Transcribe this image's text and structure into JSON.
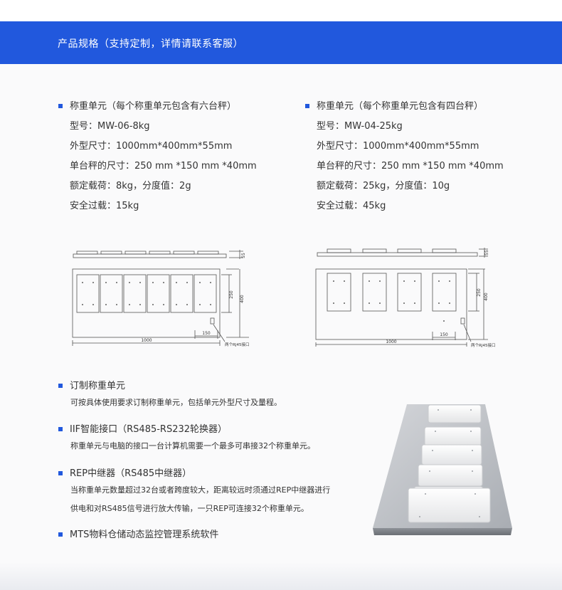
{
  "banner": {
    "title": "产品规格（支持定制，详情请联系客服）"
  },
  "specs": [
    {
      "heading": "称重单元（每个称重单元包含有六台秤）",
      "model": "型号：MW-06-8kg",
      "dimensions": "外型尺寸：1000mm*400mm*55mm",
      "scale_size": "单台秤的尺寸：250 mm *150 mm *40mm",
      "rated_load": "额定载荷：8kg，分度值：2g",
      "overload": "安全过载：15kg"
    },
    {
      "heading": "称重单元（每个称重单元包含有四台秤）",
      "model": "型号：MW-04-25kg",
      "dimensions": "外型尺寸：1000mm*400mm*55mm",
      "scale_size": "单台秤的尺寸：250 mm *150 mm *40mm",
      "rated_load": "额定载荷：25kg，分度值：10g",
      "overload": "安全过载：45kg"
    }
  ],
  "drawings": [
    {
      "dim_width": "1000",
      "dim_150": "150",
      "dim_55": "55",
      "dim_250": "250",
      "dim_400": "400",
      "note": "两个RJ45接口",
      "pads": 6
    },
    {
      "dim_width": "1000",
      "dim_150": "150",
      "dim_55": "55",
      "dim_250": "250",
      "dim_400": "400",
      "note": "两个RJ45接口",
      "pads": 4
    }
  ],
  "features": [
    {
      "title": "订制称重单元",
      "desc": [
        "可按具体使用要求订制称重单元，包括单元外型尺寸及量程。"
      ]
    },
    {
      "title": "IIF智能接口（RS485-RS232轮换器）",
      "desc": [
        "称重单元与电脑的接口一台计算机需要一个最多可串接32个称重单元。"
      ]
    },
    {
      "title": "REP中继器（RS485中继器）",
      "desc": [
        "当称重单元数量超过32台或者跨度较大，距离较远时须通过REP中继器进行",
        "供电和对RS485信号进行放大传输，一只REP可连接32个称重单元。"
      ]
    },
    {
      "title": "MTS物料仓储动态监控管理系统软件",
      "desc": []
    }
  ]
}
